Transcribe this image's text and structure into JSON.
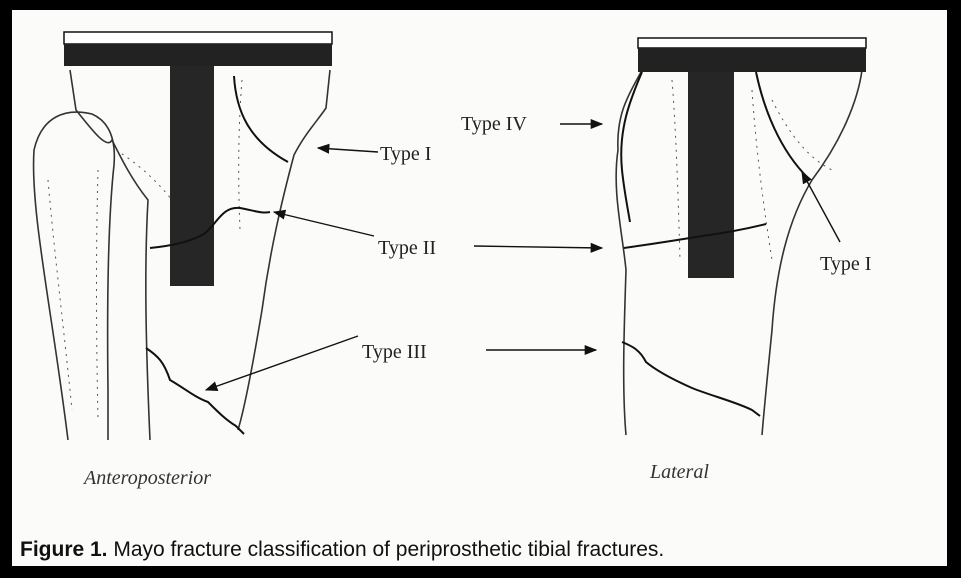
{
  "labels": {
    "type_iv": "Type IV",
    "type_i_ap": "Type I",
    "type_ii": "Type II",
    "type_iii": "Type III",
    "type_i_lateral": "Type I"
  },
  "views": {
    "ap": "Anteroposterior",
    "lateral": "Lateral"
  },
  "caption": {
    "prefix": "Figure 1.",
    "text": " Mayo fracture classification of periprosthetic tibial fractures."
  }
}
